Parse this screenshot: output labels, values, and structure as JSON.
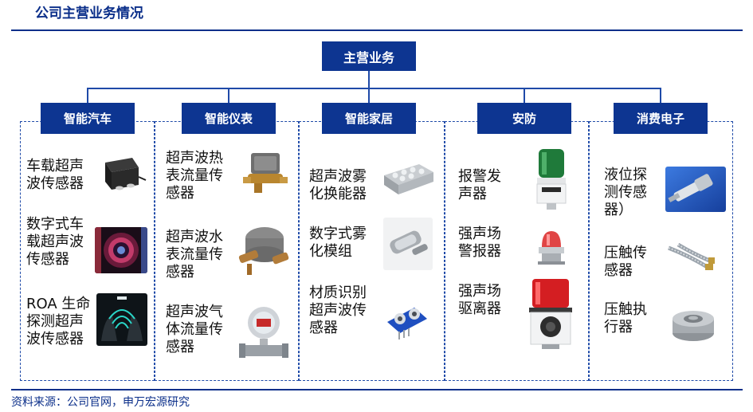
{
  "header": {
    "title": "公司主营业务情况"
  },
  "root": {
    "label": "主营业务"
  },
  "categories": [
    {
      "label": "智能汽车",
      "items": [
        "车载超声\n波传感器",
        "数字式车\n载超声波\n传感器",
        "ROA 生命\n探测超声\n波传感器"
      ]
    },
    {
      "label": "智能仪表",
      "items": [
        "超声波热\n表流量传\n感器",
        "超声波水\n表流量传\n感器",
        "超声波气\n体流量传\n感器"
      ]
    },
    {
      "label": "智能家居",
      "items": [
        "超声波雾\n化换能器",
        "数字式雾\n化模组",
        "材质识别\n超声波传\n感器"
      ]
    },
    {
      "label": "安防",
      "items": [
        "报警发\n声器",
        "强声场\n警报器",
        "强声场\n驱离器"
      ]
    },
    {
      "label": "消费电子",
      "items": [
        "液位探\n测传感\n器）",
        "压触传\n感器",
        "压触执\n行器"
      ]
    }
  ],
  "footer": {
    "source": "资料来源：公司官网，申万宏源研究"
  },
  "colors": {
    "primary": "#0d3591",
    "accent_line": "#1f4aa8"
  }
}
